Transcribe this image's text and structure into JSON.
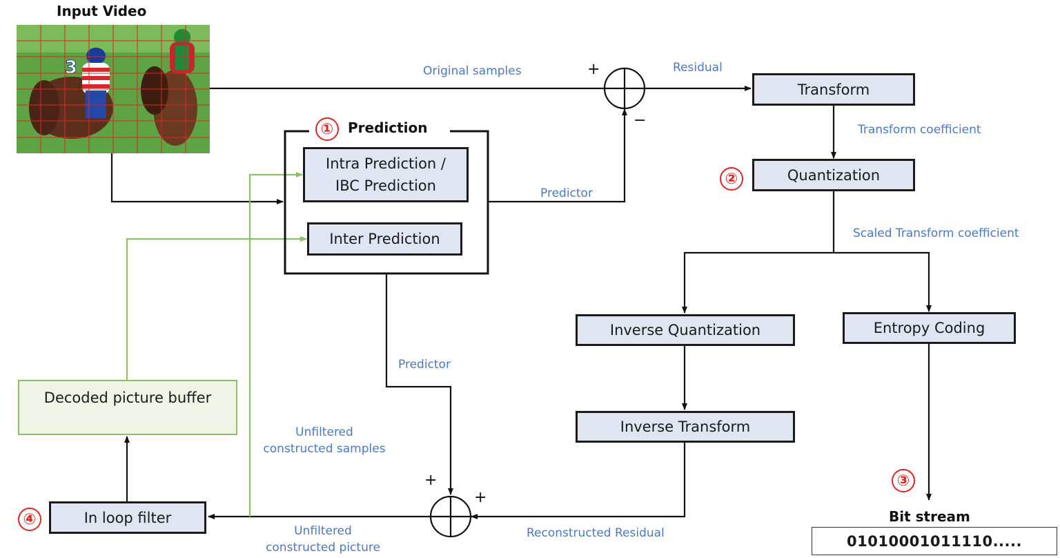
{
  "input_video": {
    "title": "Input Video"
  },
  "prediction": {
    "number": "①",
    "title": "Prediction",
    "intra_label": "Intra Prediction / IBC Prediction",
    "inter_label": "Inter Prediction"
  },
  "blocks": {
    "transform": "Transform",
    "quantization": "Quantization",
    "quantization_number": "②",
    "inverse_quantization": "Inverse Quantization",
    "inverse_transform": "Inverse Transform",
    "entropy_coding": "Entropy Coding",
    "decoded_picture_buffer": "Decoded picture buffer",
    "in_loop_filter": "In loop filter",
    "in_loop_filter_number": "④"
  },
  "bitstream": {
    "number": "③",
    "title": "Bit stream",
    "value": "01010001011110....."
  },
  "signal_labels": {
    "original_samples": "Original samples",
    "residual": "Residual",
    "transform_coefficient": "Transform  coefficient",
    "predictor_top": "Predictor",
    "scaled_transform_coefficient": "Scaled Transform coefficient",
    "predictor_bottom": "Predictor",
    "unfiltered_constructed_samples_line1": "Unfiltered",
    "unfiltered_constructed_samples_line2": "constructed samples",
    "unfiltered_constructed_picture_line1": "Unfiltered",
    "unfiltered_constructed_picture_line2": "constructed picture",
    "reconstructed_residual": "Reconstructed Residual"
  },
  "signs": {
    "top_plus": "+",
    "top_minus": "−",
    "bottom_plus_left": "+",
    "bottom_plus_right": "+"
  },
  "colors": {
    "label_blue": "#4a78c8",
    "number_red": "#e8231f",
    "feedback_green": "#8cc063",
    "block_fill": "#dfe6f2"
  }
}
